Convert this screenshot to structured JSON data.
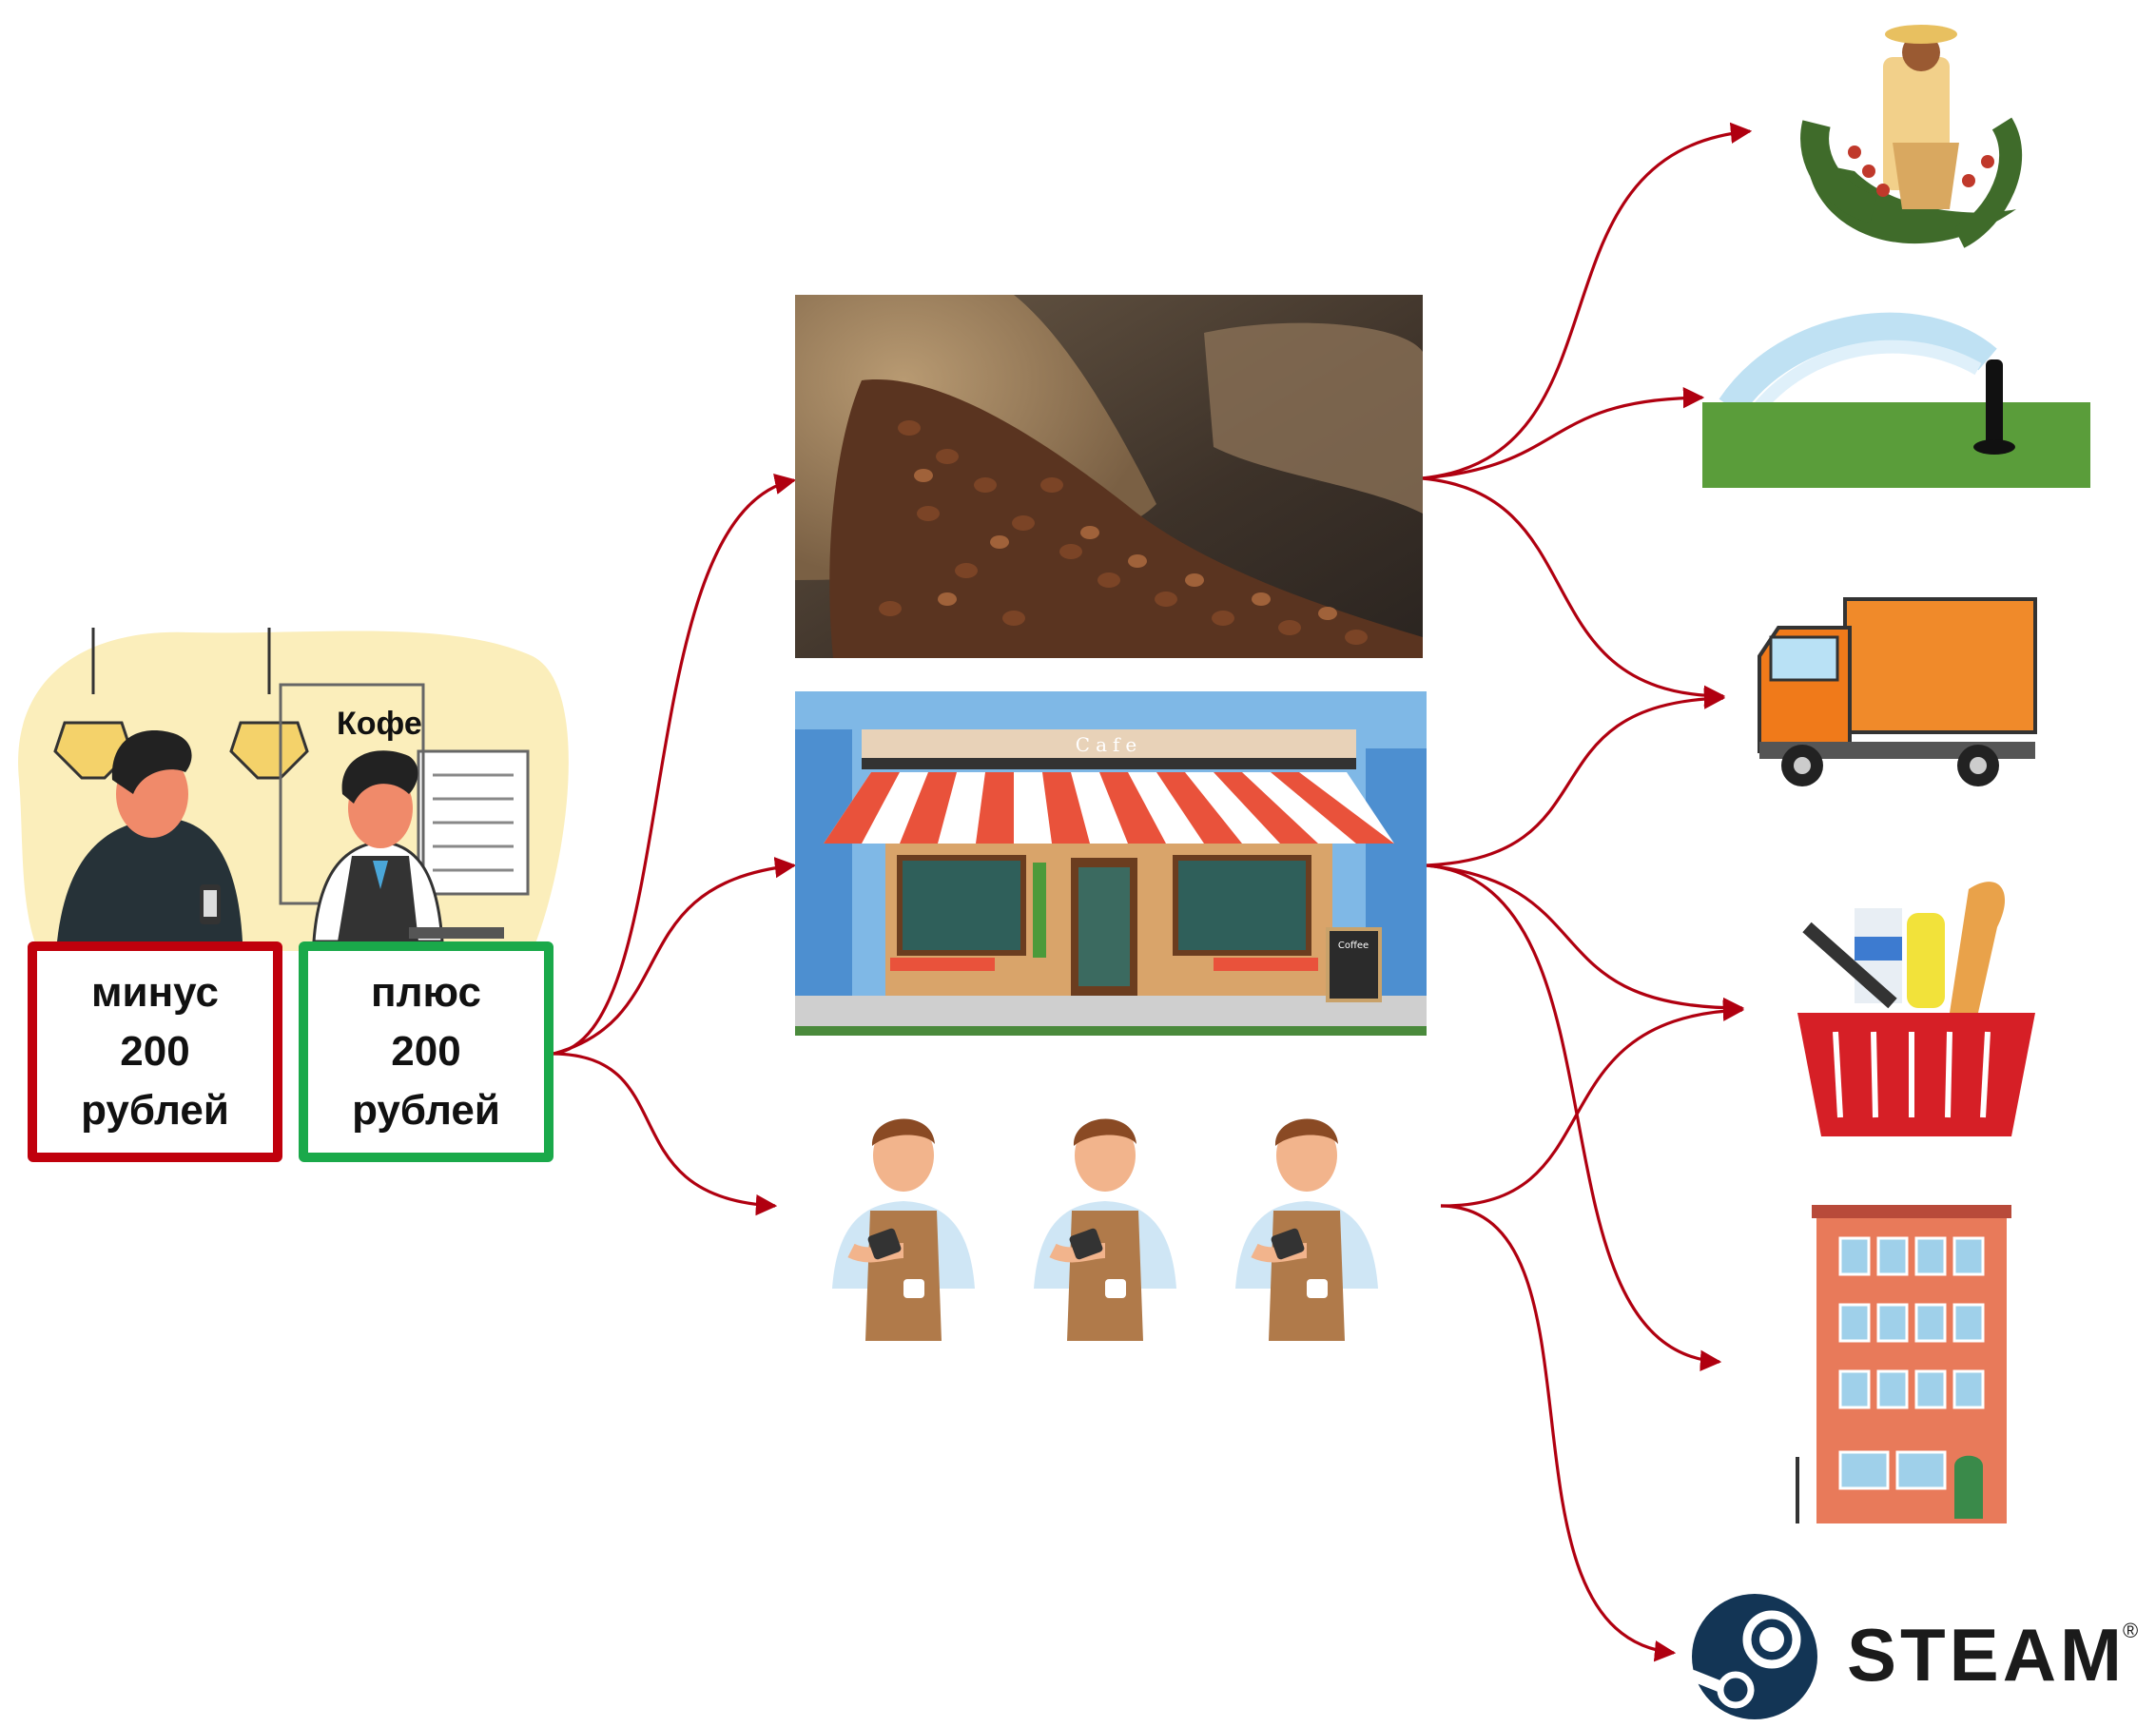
{
  "payment": {
    "coffee_sign": "Кофе",
    "minus": {
      "line1": "минус",
      "line2": "200",
      "line3": "рублей",
      "color": "#c0000c"
    },
    "plus": {
      "line1": "плюс",
      "line2": "200",
      "line3": "рублей",
      "color": "#1aa94a"
    }
  },
  "middle": {
    "coffee_beans": {
      "icon": "coffee-beans-sack-photo"
    },
    "cafe": {
      "icon": "cafe-storefront",
      "sign": "Cafe",
      "board": "Coffee"
    },
    "baristas": {
      "icon": "barista-figures",
      "count": 3
    }
  },
  "right": {
    "farmer": {
      "icon": "coffee-farmer"
    },
    "sprinkler": {
      "icon": "lawn-sprinkler"
    },
    "truck": {
      "icon": "delivery-truck"
    },
    "basket": {
      "icon": "grocery-basket"
    },
    "building": {
      "icon": "apartment-building"
    },
    "steam": {
      "icon": "steam-logo",
      "label": "STEAM",
      "reg": "®"
    }
  },
  "arrow_color": "#b00010"
}
